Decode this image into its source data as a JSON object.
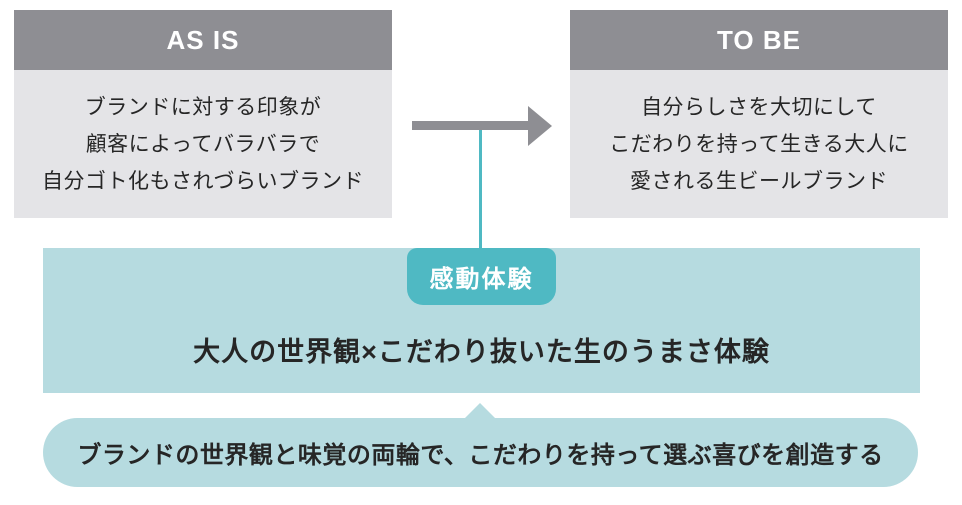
{
  "as_is": {
    "title": "AS IS",
    "lines": [
      "ブランドに対する印象が",
      "顧客によってバラバラで",
      "自分ゴト化もされづらいブランド"
    ]
  },
  "to_be": {
    "title": "TO BE",
    "lines": [
      "自分らしさを大切にして",
      "こだわりを持って生きる大人に",
      "愛される生ビールブランド"
    ]
  },
  "transition": {
    "badge": "感動体験",
    "headline": "大人の世界観×こだわり抜いた生のうまさ体験"
  },
  "foundation": {
    "text": "ブランドの世界観と味覚の両輪で、こだわりを持って選ぶ喜びを創造する"
  },
  "icons": {
    "arrow": "arrow-right-icon",
    "connector": "connector-line",
    "triangle": "triangle-up-icon"
  },
  "colors": {
    "header_gray": "#8e8e93",
    "panel_gray": "#e4e4e7",
    "teal_light": "#b6dbe0",
    "teal": "#4fb9c3",
    "text_dark": "#262626",
    "white": "#ffffff"
  }
}
